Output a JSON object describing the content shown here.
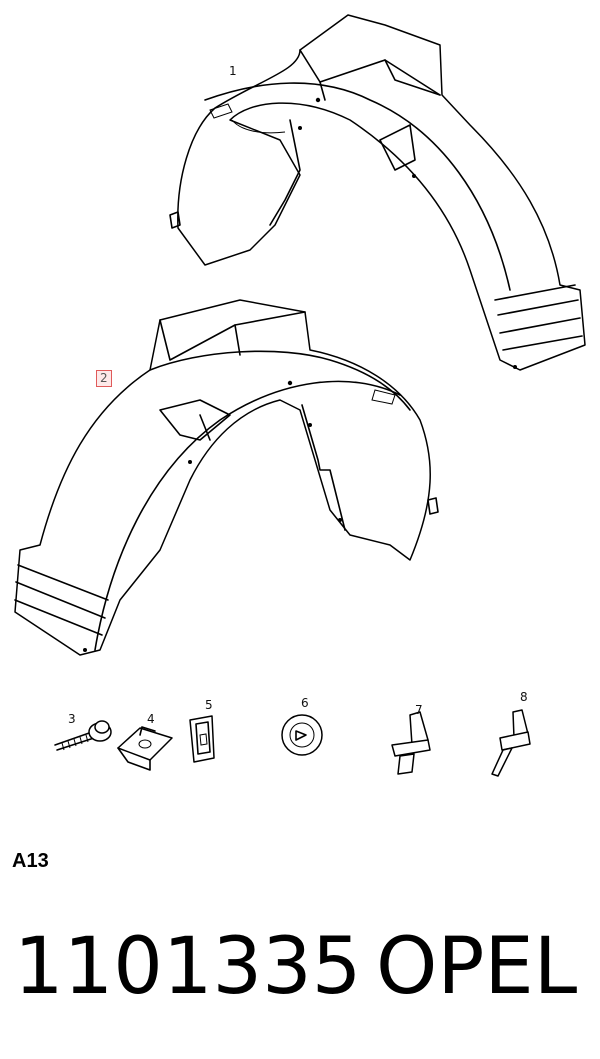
{
  "callouts": {
    "c1": "1",
    "c2": "2",
    "c3": "3",
    "c4": "4",
    "c5": "5",
    "c6": "6",
    "c7": "7",
    "c8": "8"
  },
  "section_code": "A13",
  "part_number": "1101335",
  "brand": "OPEL",
  "colors": {
    "highlight_border": "#e05a5a",
    "highlight_fill": "#fde9e9"
  }
}
